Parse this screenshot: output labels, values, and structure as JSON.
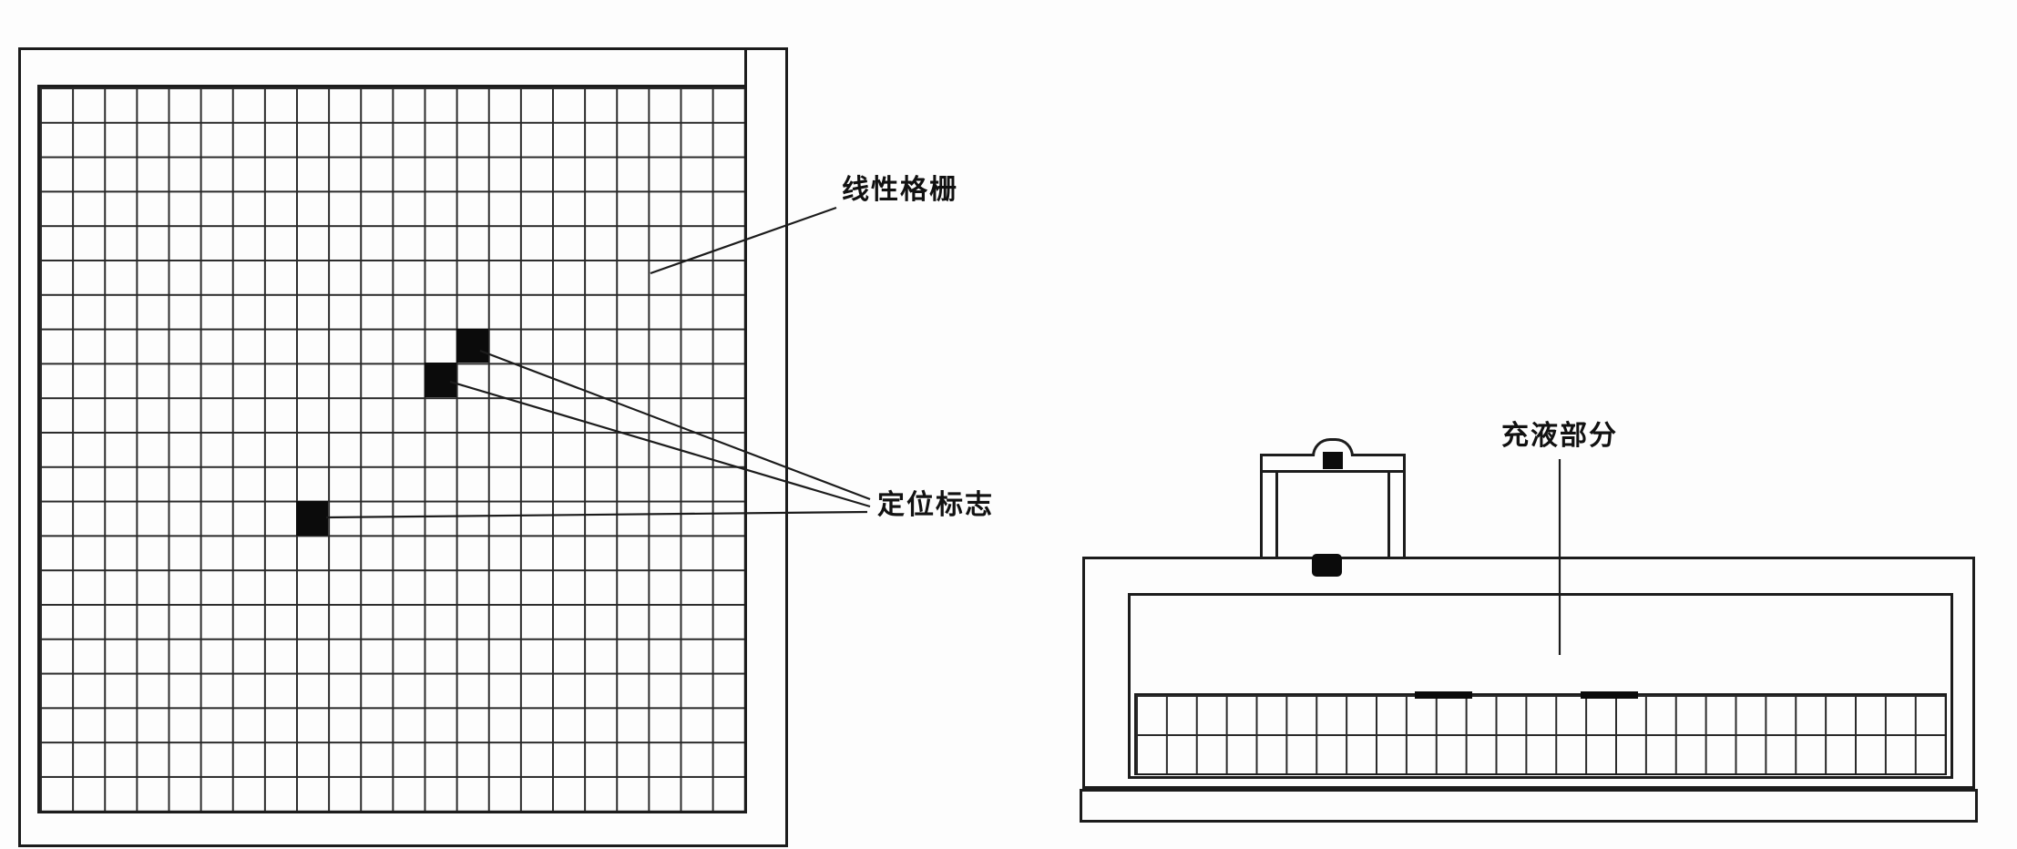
{
  "page": {
    "background": "#fdfdfd",
    "line_color": "#2a2a2a"
  },
  "left_diagram": {
    "grating_label": "线性格栅",
    "marks_label": "定位标志",
    "grid": {
      "cols": 22,
      "rows": 21
    },
    "marks": [
      {
        "col": 13,
        "row": 7
      },
      {
        "col": 12,
        "row": 8
      },
      {
        "col": 8,
        "row": 12
      }
    ]
  },
  "right_diagram": {
    "liquid_label": "充液部分",
    "grid": {
      "cols": 27,
      "rows": 2
    },
    "strip_marks": [
      {
        "left_pct": 34.5,
        "width_pct": 7
      },
      {
        "left_pct": 55.0,
        "width_pct": 7
      }
    ]
  }
}
